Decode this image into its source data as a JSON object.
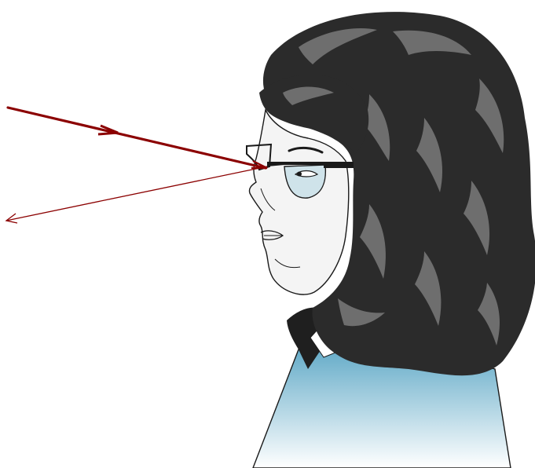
{
  "diagram": {
    "figure": "woman-wearing-eyeglasses-profile",
    "incident_ray": {
      "direction": "toward-eye",
      "color": "#8b0000",
      "weight": "thick"
    },
    "reflected_ray": {
      "direction": "away-from-glasses",
      "color": "#8b0000",
      "weight": "thin"
    },
    "colors": {
      "hair": "#2b2b2b",
      "hair_highlight": "#6e6e6e",
      "skin": "#f4f4f4",
      "lens": "#cfe3ea",
      "shirt_top": "#5ea8c6",
      "shirt_bottom": "#ffffff",
      "outline": "#1a1a1a"
    }
  }
}
